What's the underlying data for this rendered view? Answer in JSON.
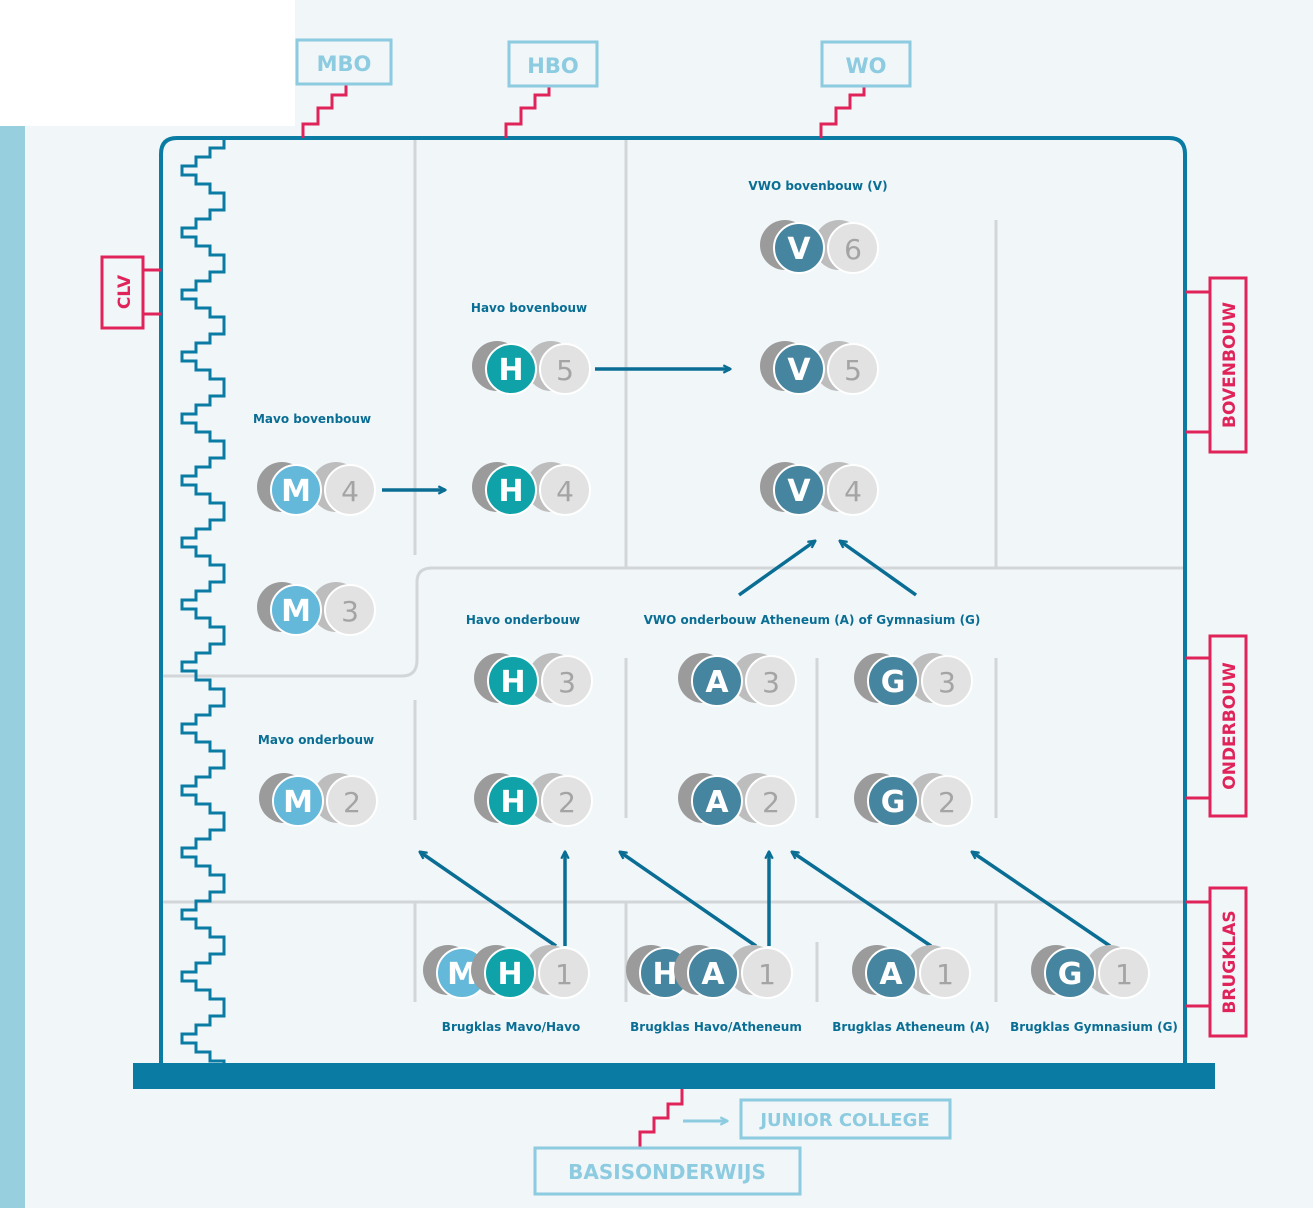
{
  "colors": {
    "background": "#f1f6f9",
    "frame": "#0a7ba3",
    "grid_line": "#d3d6d8",
    "arrow": "#0a6e94",
    "label_blue": "#0a6e94",
    "box_light_blue": "#8ccbe0",
    "box_red": "#e0245a",
    "mavo": "#64b8da",
    "havo": "#0fa3a9",
    "vwo": "#46859f",
    "number_disc": "#e2e2e2",
    "side_stripe": "#97cfdf"
  },
  "destinations": {
    "mbo": "MBO",
    "hbo": "HBO",
    "wo": "WO"
  },
  "side_labels": {
    "clv": "CLV",
    "bovenbouw": "BOVENBOUW",
    "onderbouw": "ONDERBOUW",
    "brugklas": "BRUGKLAS"
  },
  "bottom": {
    "junior_college": "JUNIOR COLLEGE",
    "basisonderwijs": "BASISONDERWIJS"
  },
  "section_labels": {
    "vwo_bovenbouw": "VWO bovenbouw (V)",
    "havo_bovenbouw": "Havo bovenbouw",
    "mavo_bovenbouw": "Mavo bovenbouw",
    "havo_onderbouw": "Havo onderbouw",
    "vwo_onderbouw": "VWO onderbouw Atheneum (A) of Gymnasium (G)",
    "mavo_onderbouw": "Mavo onderbouw"
  },
  "brugklas_labels": {
    "mavo_havo": "Brugklas Mavo/Havo",
    "havo_atheneum": "Brugklas Havo/Atheneum",
    "atheneum": "Brugklas  Atheneum (A)",
    "gymnasium": "Brugklas Gymnasium (G)"
  },
  "tokens": [
    {
      "id": "v6",
      "letters": [
        "V"
      ],
      "types": [
        "vwo"
      ],
      "number": "6"
    },
    {
      "id": "h5",
      "letters": [
        "H"
      ],
      "types": [
        "havo"
      ],
      "number": "5"
    },
    {
      "id": "v5",
      "letters": [
        "V"
      ],
      "types": [
        "vwo"
      ],
      "number": "5"
    },
    {
      "id": "m4",
      "letters": [
        "M"
      ],
      "types": [
        "mavo"
      ],
      "number": "4"
    },
    {
      "id": "h4",
      "letters": [
        "H"
      ],
      "types": [
        "havo"
      ],
      "number": "4"
    },
    {
      "id": "v4",
      "letters": [
        "V"
      ],
      "types": [
        "vwo"
      ],
      "number": "4"
    },
    {
      "id": "m3",
      "letters": [
        "M"
      ],
      "types": [
        "mavo"
      ],
      "number": "3"
    },
    {
      "id": "h3",
      "letters": [
        "H"
      ],
      "types": [
        "havo"
      ],
      "number": "3"
    },
    {
      "id": "a3",
      "letters": [
        "A"
      ],
      "types": [
        "vwo"
      ],
      "number": "3"
    },
    {
      "id": "g3",
      "letters": [
        "G"
      ],
      "types": [
        "vwo"
      ],
      "number": "3"
    },
    {
      "id": "m2",
      "letters": [
        "M"
      ],
      "types": [
        "mavo"
      ],
      "number": "2"
    },
    {
      "id": "h2",
      "letters": [
        "H"
      ],
      "types": [
        "havo"
      ],
      "number": "2"
    },
    {
      "id": "a2",
      "letters": [
        "A"
      ],
      "types": [
        "vwo"
      ],
      "number": "2"
    },
    {
      "id": "g2",
      "letters": [
        "G"
      ],
      "types": [
        "vwo"
      ],
      "number": "2"
    },
    {
      "id": "mh1",
      "letters": [
        "M",
        "H"
      ],
      "types": [
        "mavo",
        "havo"
      ],
      "number": "1"
    },
    {
      "id": "ha1",
      "letters": [
        "H",
        "A"
      ],
      "types": [
        "vwo",
        "vwo"
      ],
      "number": "1"
    },
    {
      "id": "a1",
      "letters": [
        "A"
      ],
      "types": [
        "vwo"
      ],
      "number": "1"
    },
    {
      "id": "g1",
      "letters": [
        "G"
      ],
      "types": [
        "vwo"
      ],
      "number": "1"
    }
  ],
  "flows": [
    {
      "from": "m4",
      "to": "h4"
    },
    {
      "from": "h5",
      "to": "v5"
    },
    {
      "from": "a3",
      "to": "v4"
    },
    {
      "from": "g3",
      "to": "v4"
    },
    {
      "from": "mh1",
      "to": "m2"
    },
    {
      "from": "mh1",
      "to": "h2"
    },
    {
      "from": "ha1",
      "to": "h2"
    },
    {
      "from": "ha1",
      "to": "a2"
    },
    {
      "from": "a1",
      "to": "a2"
    },
    {
      "from": "g1",
      "to": "g2"
    }
  ]
}
